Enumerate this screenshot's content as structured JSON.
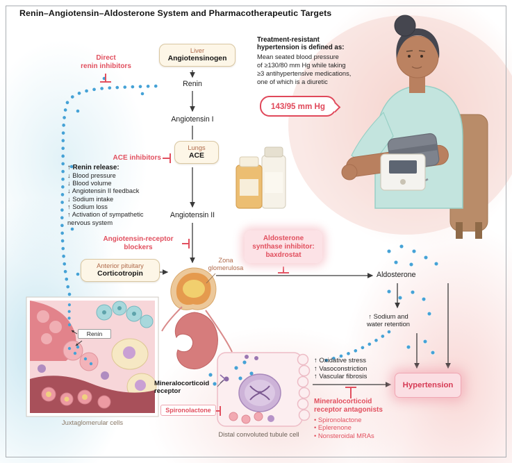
{
  "title": "Renin–Angiotensin–Aldosterone System and Pharmacotherapeutic Targets",
  "flow": {
    "liver": "Liver",
    "angiotensinogen": "Angiotensinogen",
    "renin": "Renin",
    "angiotensin_i": "Angiotensin I",
    "lungs": "Lungs",
    "ace": "ACE",
    "angiotensin_ii": "Angiotensin II",
    "anterior_pituitary": "Anterior pituitary",
    "corticotropin": "Corticotropin",
    "zona_glomerulosa": "Zona\nglomerulosa",
    "aldosterone": "Aldosterone",
    "hypertension": "Hypertension"
  },
  "inhibitors": {
    "direct_renin": "Direct\nrenin inhibitors",
    "ace": "ACE inhibitors",
    "arb": "Angiotensin-receptor\nblockers",
    "aldosterone_synthase": "Aldosterone\nsynthase inhibitor:\nbaxdrostat",
    "spironolactone": "Spironolactone",
    "mra_title": "Mineralocorticoid\nreceptor antagonists",
    "mra_items": [
      "Spironolactone",
      "Eplerenone",
      "Nonsteroidal MRAs"
    ]
  },
  "definition": {
    "title": "Treatment-resistant\nhypertension is defined as:",
    "body": "Mean seated blood pressure\nof ≥130/80 mm Hg while taking\n≥3 antihypertensive medications,\none of which is a diuretic",
    "bp_reading": "143/95 mm Hg"
  },
  "renin_release": {
    "title": "↑ Renin release:",
    "items": [
      "↓ Blood pressure",
      "↓ Blood volume",
      "↓ Angiotensin II feedback",
      "↓ Sodium intake",
      "↑ Sodium loss",
      "↑ Activation of sympathetic\nnervous system"
    ]
  },
  "effects": {
    "sodium_water": "↑ Sodium and\nwater retention",
    "items": [
      "↑ Oxidative stress",
      "↑ Vasoconstriction",
      "↑ Vascular fibrosis"
    ]
  },
  "labels": {
    "mineralocorticoid_receptor": "Mineralocorticoid\nreceptor",
    "juxtaglomerular_cells": "Juxtaglomerular cells",
    "renin_inset": "Renin",
    "distal_tubule": "Distal convoluted tubule cell"
  },
  "colors": {
    "accent_red": "#e14f5e",
    "hypertension_text": "#d63b55",
    "organ_label": "#b06a4a",
    "dot_blue": "#45a2d6"
  }
}
